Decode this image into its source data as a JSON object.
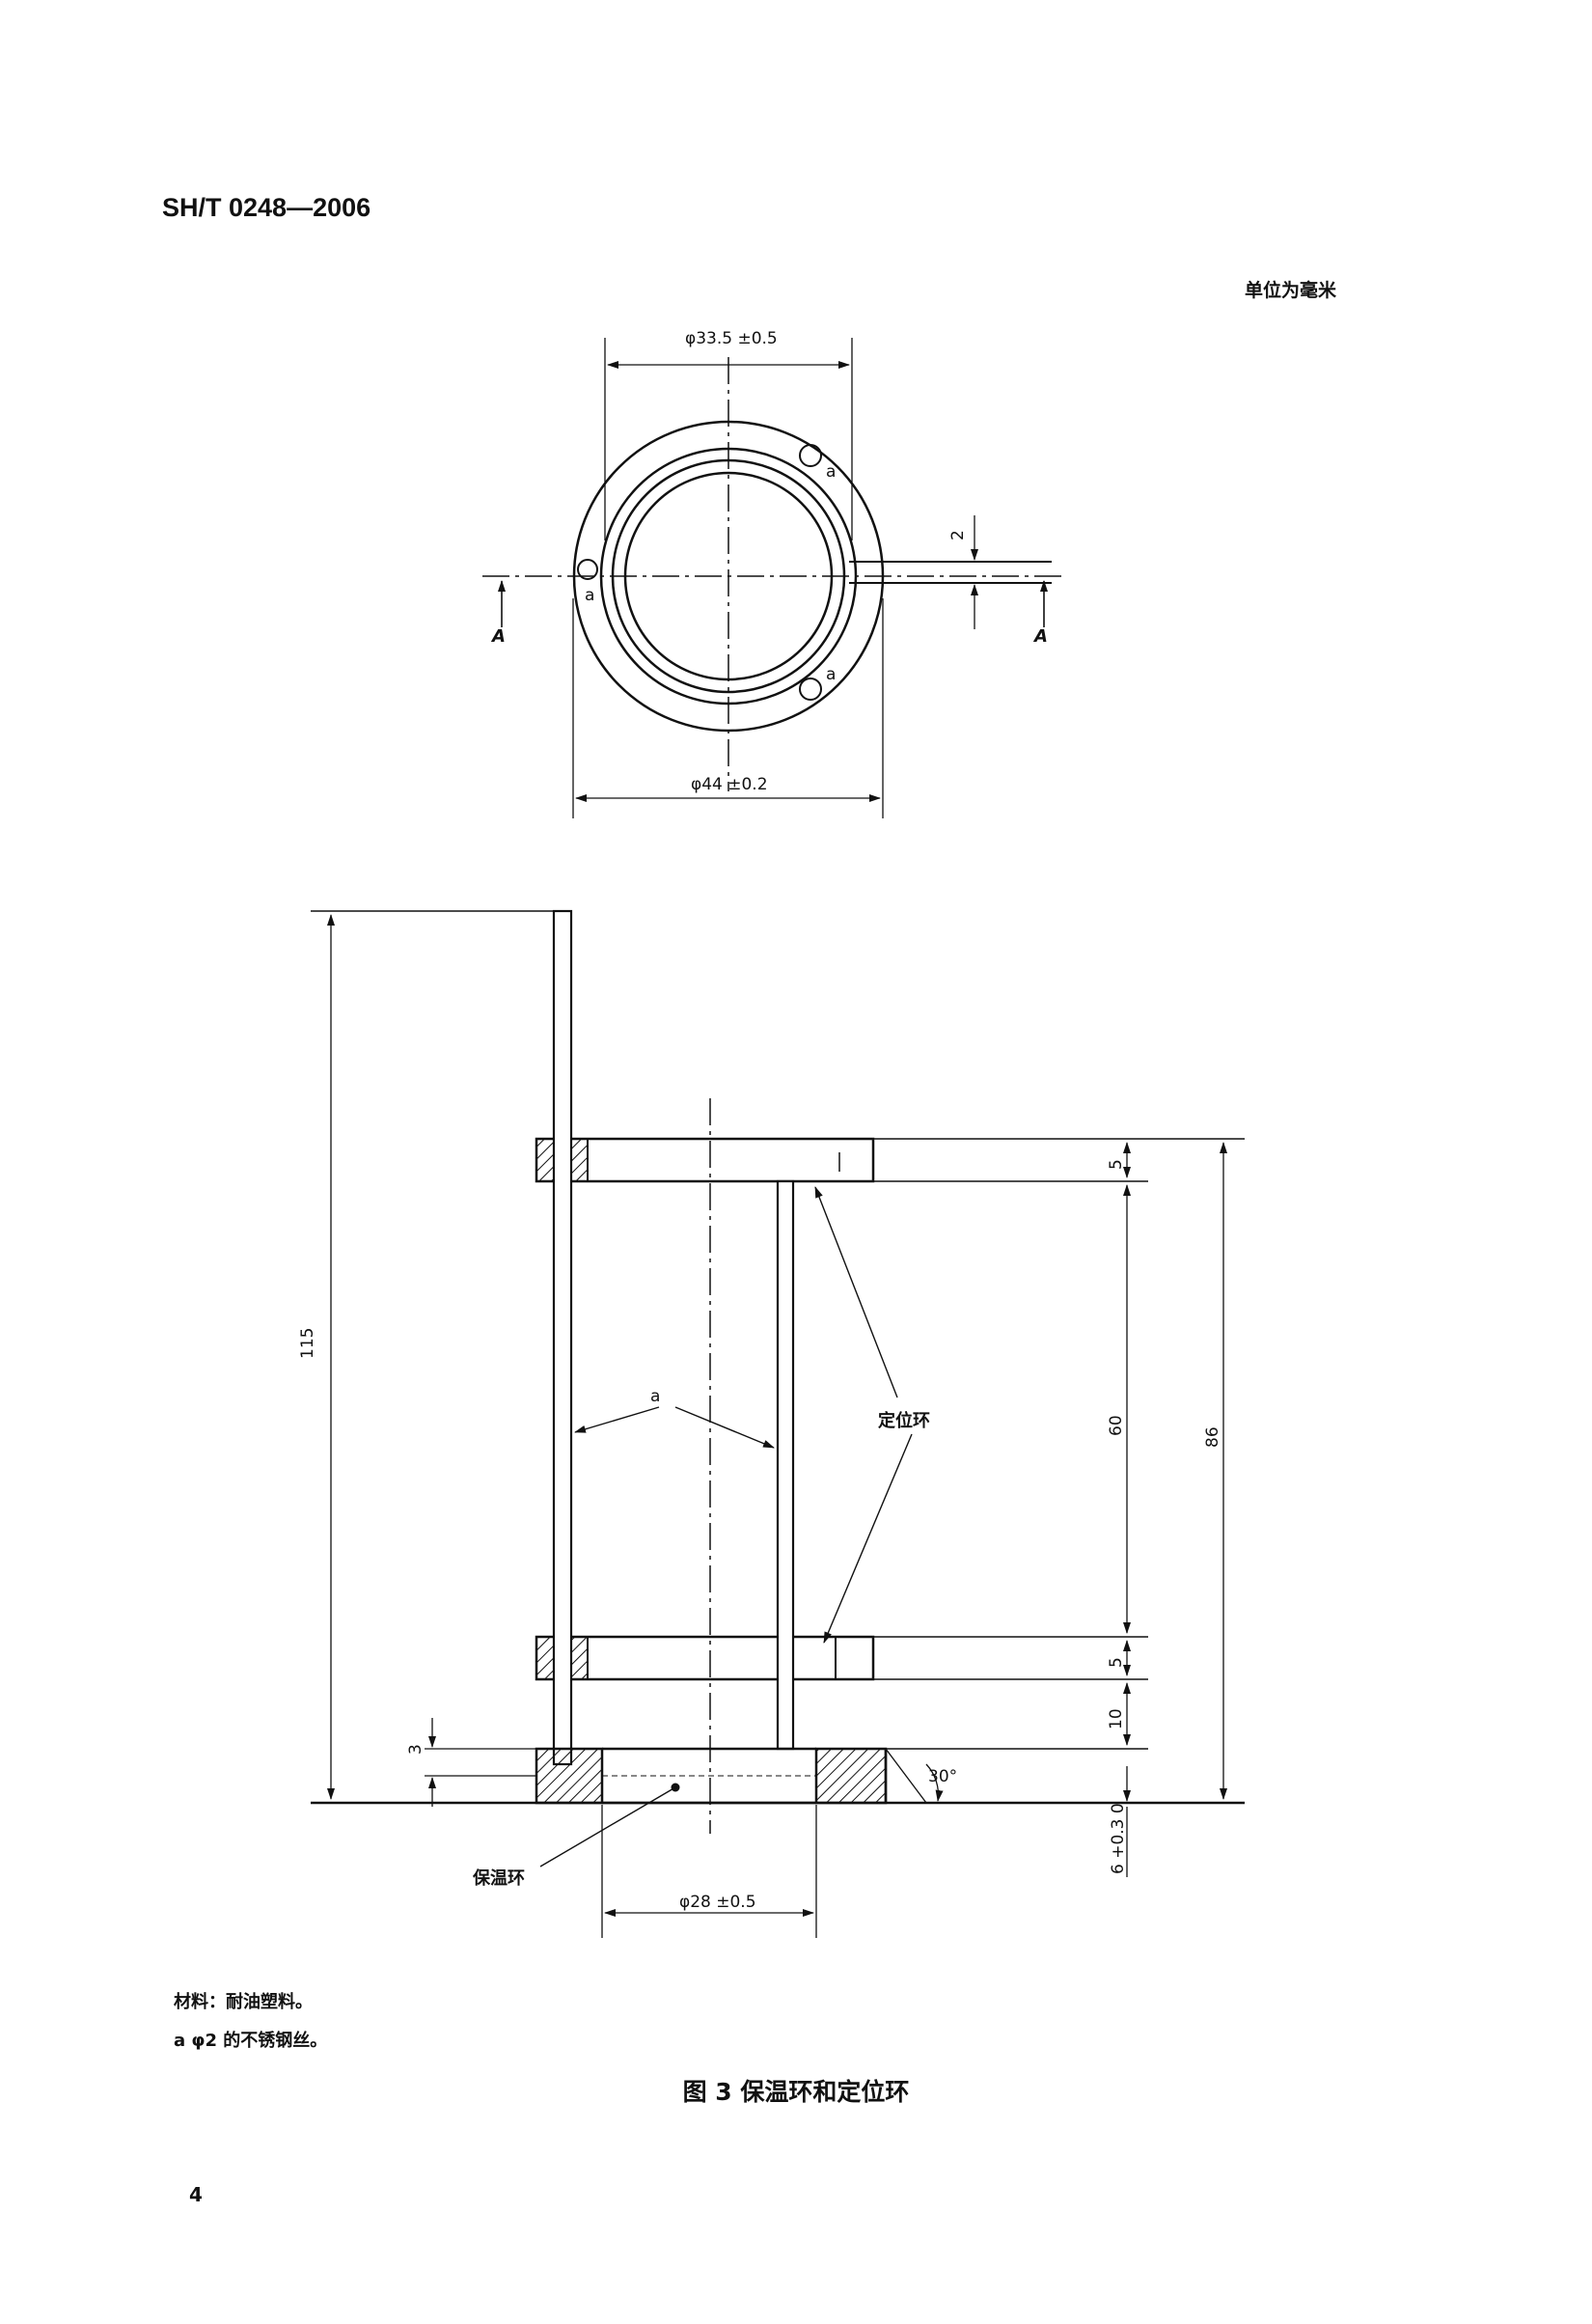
{
  "header": {
    "standard_code": "SH/T 0248—2006"
  },
  "unit_note": "单位为毫米",
  "top_view": {
    "dim_inner_diameter": "φ33.5 ±0.5",
    "dim_outer_diameter": "φ44 ±0.2",
    "dim_slot_width": "2",
    "hole_label": "a",
    "section_mark": "A"
  },
  "side_view": {
    "dim_total_height": "115",
    "dim_ring_thickness_top": "5",
    "dim_ring_thickness_bottom": "5",
    "dim_gap_between_rings": "60",
    "dim_gap_to_base": "10",
    "dim_assembly_height": "86",
    "dim_base_recess": "3",
    "dim_base_tolerance": "6 +0.3 0",
    "dim_base_inner_diameter": "φ28 ±0.5",
    "angle": "30°",
    "label_wire": "a",
    "label_positioning_ring": "定位环",
    "label_insulation_ring": "保温环"
  },
  "notes": {
    "material": "材料：耐油塑料。",
    "footnote": "a φ2 的不锈钢丝。"
  },
  "figure_caption": "图 3   保温环和定位环",
  "page_number": "4"
}
